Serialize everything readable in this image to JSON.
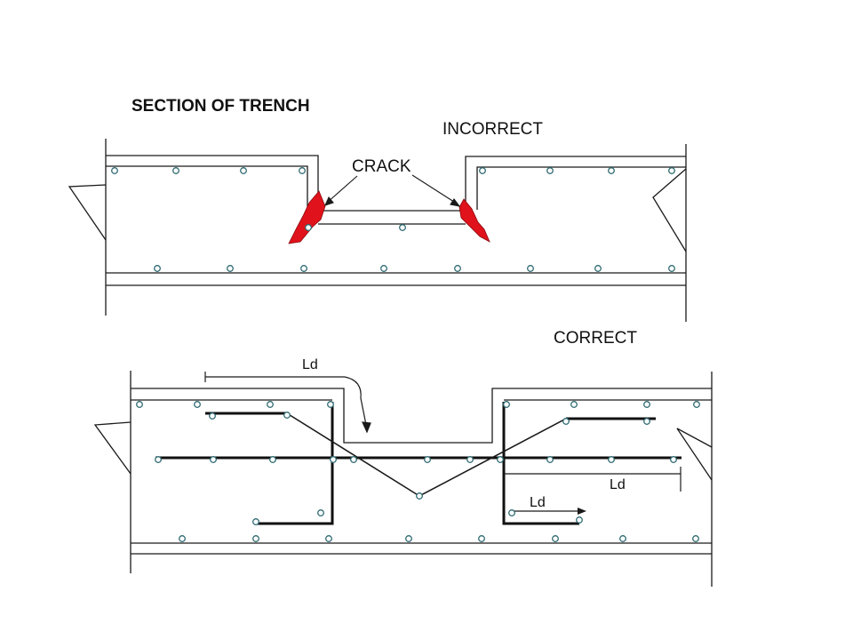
{
  "title": "SECTION OF TRENCH",
  "incorrect_label": "INCORRECT",
  "crack_label": "CRACK",
  "correct_label": "CORRECT",
  "ld_top": "Ld",
  "ld_right": "Ld",
  "ld_bottom": "Ld",
  "colors": {
    "line": "#1a1a1a",
    "crack": "#e0121b",
    "bar_dot": "#2f6b72"
  }
}
